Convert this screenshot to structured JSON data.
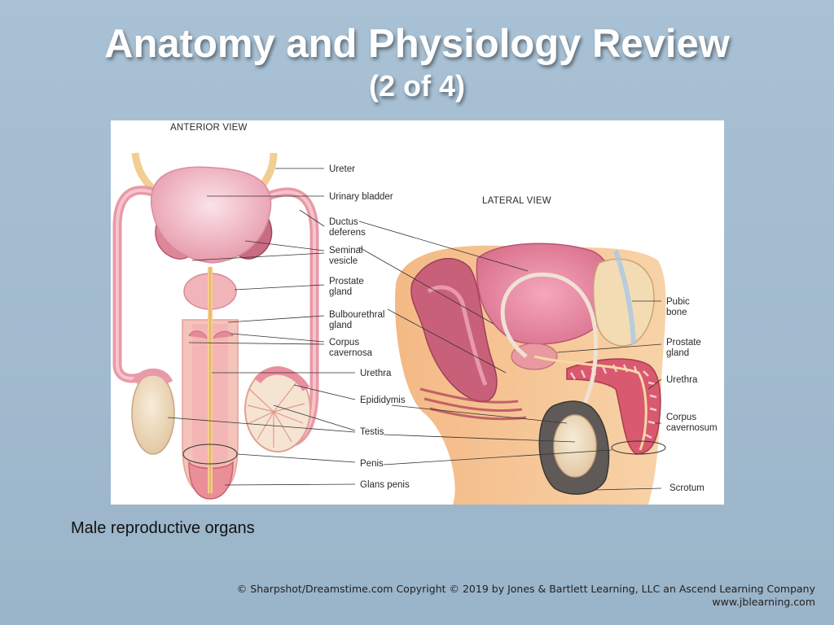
{
  "slide": {
    "title": "Anatomy and Physiology Review",
    "subtitle": "(2 of 4)",
    "caption": "Male reproductive organs",
    "credit_line1": "© Sharpshot/Dreamstime.com Copyright © 2019 by Jones & Bartlett Learning, LLC an Ascend Learning Company",
    "credit_line2": "www.jblearning.com"
  },
  "figure": {
    "anterior": {
      "view_label": "ANTERIOR VIEW",
      "labels": {
        "ureter": "Ureter",
        "urinary_bladder": "Urinary bladder",
        "ductus_1": "Ductus",
        "ductus_2": "deferens",
        "seminal_1": "Seminal",
        "seminal_2": "vesicle",
        "prostate_1": "Prostate",
        "prostate_2": "gland",
        "bulbo_1": "Bulbourethral",
        "bulbo_2": "gland",
        "corpus_1": "Corpus",
        "corpus_2": "cavernosa",
        "urethra": "Urethra",
        "epididymis": "Epididymis",
        "testis": "Testis",
        "penis": "Penis",
        "glans": "Glans penis"
      }
    },
    "lateral": {
      "view_label": "LATERAL VIEW",
      "labels": {
        "pubic_1": "Pubic",
        "pubic_2": "bone",
        "prostate_1": "Prostate",
        "prostate_2": "gland",
        "urethra": "Urethra",
        "corpus_1": "Corpus",
        "corpus_2": "cavernosum",
        "scrotum": "Scrotum"
      }
    }
  },
  "colors": {
    "background": "#a4bdd1",
    "title_text": "#ffffff",
    "panel": "#ffffff",
    "tissue_pink": "#e89aa7",
    "bladder_pink": "#f3b8c3",
    "ureter_tan": "#f1cf93",
    "testis_cream": "#f1e1c8",
    "skin": "#f6c79a"
  }
}
